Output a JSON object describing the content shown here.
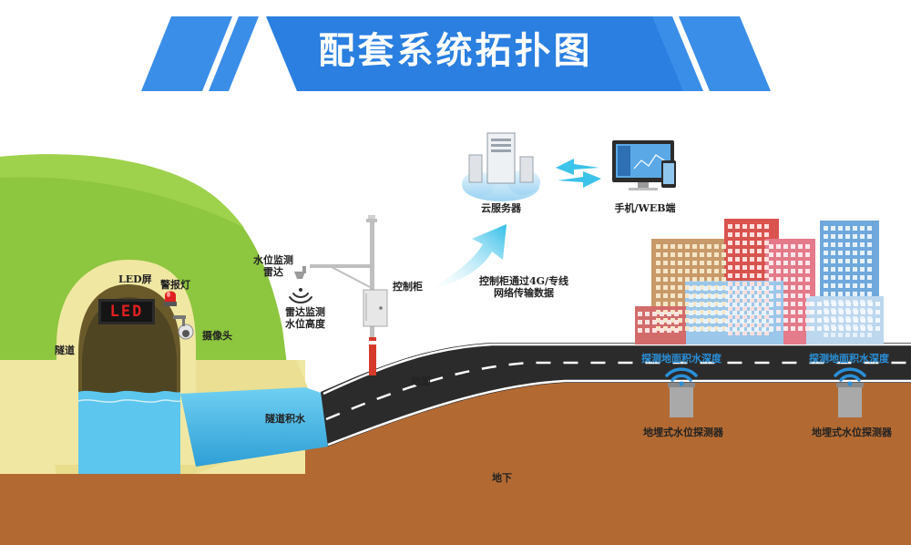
{
  "title": "配套系统拓扑图",
  "nodes": {
    "cloud_server": "云服务器",
    "client": "手机/WEB端",
    "control_cabinet": "控制柜",
    "transmission_note": [
      "控制柜通过4G/专线",
      "网络传输数据"
    ],
    "water_level_radar": [
      "水位监测",
      "雷达"
    ],
    "radar_monitor": [
      "雷达监测",
      "水位高度"
    ],
    "led_screen_label": "LED屏",
    "led_screen_text": "LED",
    "alarm_light": "警报灯",
    "camera": "摄像头",
    "tunnel": "隧道",
    "tunnel_water": "隧道积水",
    "ground": "地面",
    "underground": "地下",
    "detect_label_1": "探测地面积水深度",
    "detect_label_2": "探测地面积水深度",
    "sensor_1": "地埋式水位探测器",
    "sensor_2": "地埋式水位探测器"
  },
  "colors": {
    "banner_blue": "#2a7fe0",
    "banner_light": "#5aa7ee",
    "hill_green": "#8dc63f",
    "tunnel_cream": "#f0e7a2",
    "soil_brown": "#b36a32",
    "road_dark": "#2b2b2b",
    "water_blue": "#39b3e6",
    "arrow_cyan": "#3cc3ea",
    "led_red": "#e02020"
  }
}
